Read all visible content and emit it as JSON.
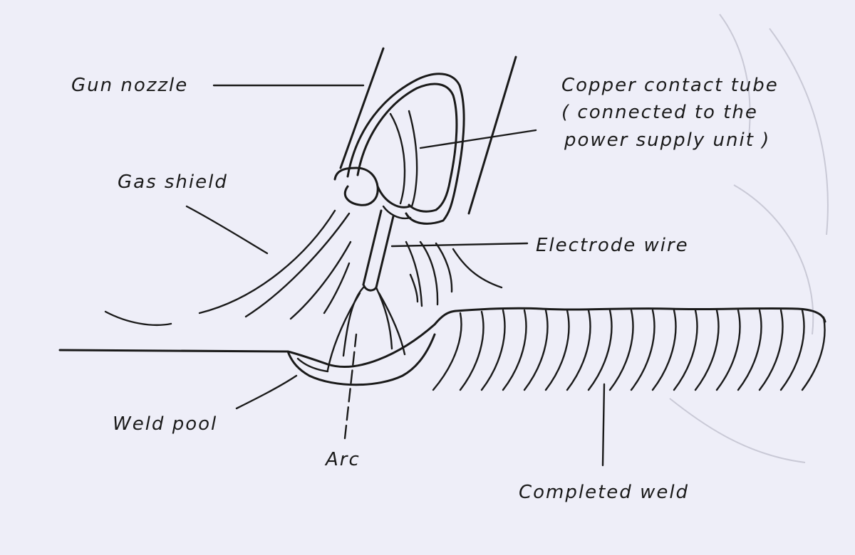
{
  "diagram": {
    "labels": {
      "gun_nozzle": "Gun nozzle",
      "copper_contact_tube_line1": "Copper contact tube",
      "copper_contact_tube_line2": "( connected to the",
      "copper_contact_tube_line3": "power supply unit )",
      "gas_shield": "Gas shield",
      "electrode_wire": "Electrode wire",
      "weld_pool": "Weld pool",
      "arc": "Arc",
      "completed_weld": "Completed weld"
    },
    "colors": {
      "background": "#eeeef8",
      "ink": "#1a1a1a",
      "bleed_through": "#c9c9d6"
    }
  }
}
